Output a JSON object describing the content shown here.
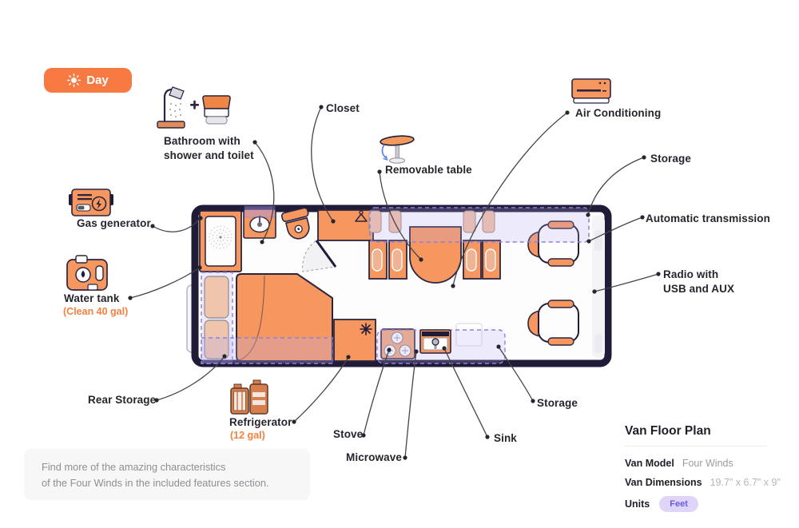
{
  "day_toggle": {
    "label": "Day"
  },
  "labels": {
    "bathroom_line1": "Bathroom with",
    "bathroom_line2": "shower and toilet",
    "gas_generator": "Gas generator",
    "closet": "Closet",
    "removable_table": "Removable table",
    "air_conditioning": "Air Conditioning",
    "storage_top": "Storage",
    "automatic_transmission": "Automatic transmission",
    "radio_line1": "Radio with",
    "radio_line2": "USB and AUX",
    "water_tank": "Water tank",
    "water_tank_capacity": "(Clean 40 gal)",
    "rear_storage": "Rear Storage",
    "refrigerator": "Refrigerator",
    "refrigerator_capacity": "(12 gal)",
    "stove": "Stove",
    "microwave": "Microwave",
    "sink": "Sink",
    "storage_bottom": "Storage"
  },
  "note": {
    "line1": "Find more of the amazing characteristics",
    "line2": "of the Four Winds in the included features section."
  },
  "info_panel": {
    "title": "Van Floor Plan",
    "rows": [
      {
        "label": "Van Model",
        "value": "Four Winds"
      },
      {
        "label": "Van Dimensions",
        "value": "19.7\" x 6.7\" x 9\""
      },
      {
        "label": "Units",
        "value": "Feet"
      }
    ]
  },
  "colors": {
    "accent_orange": "#f87a43",
    "furniture_orange": "#f6975f",
    "outline_navy": "#201c38",
    "storage_purple": "#8e7fe0",
    "badge_bg": "#ded5f8",
    "badge_text": "#6a5ae0",
    "muted_text": "#8e8e94"
  }
}
